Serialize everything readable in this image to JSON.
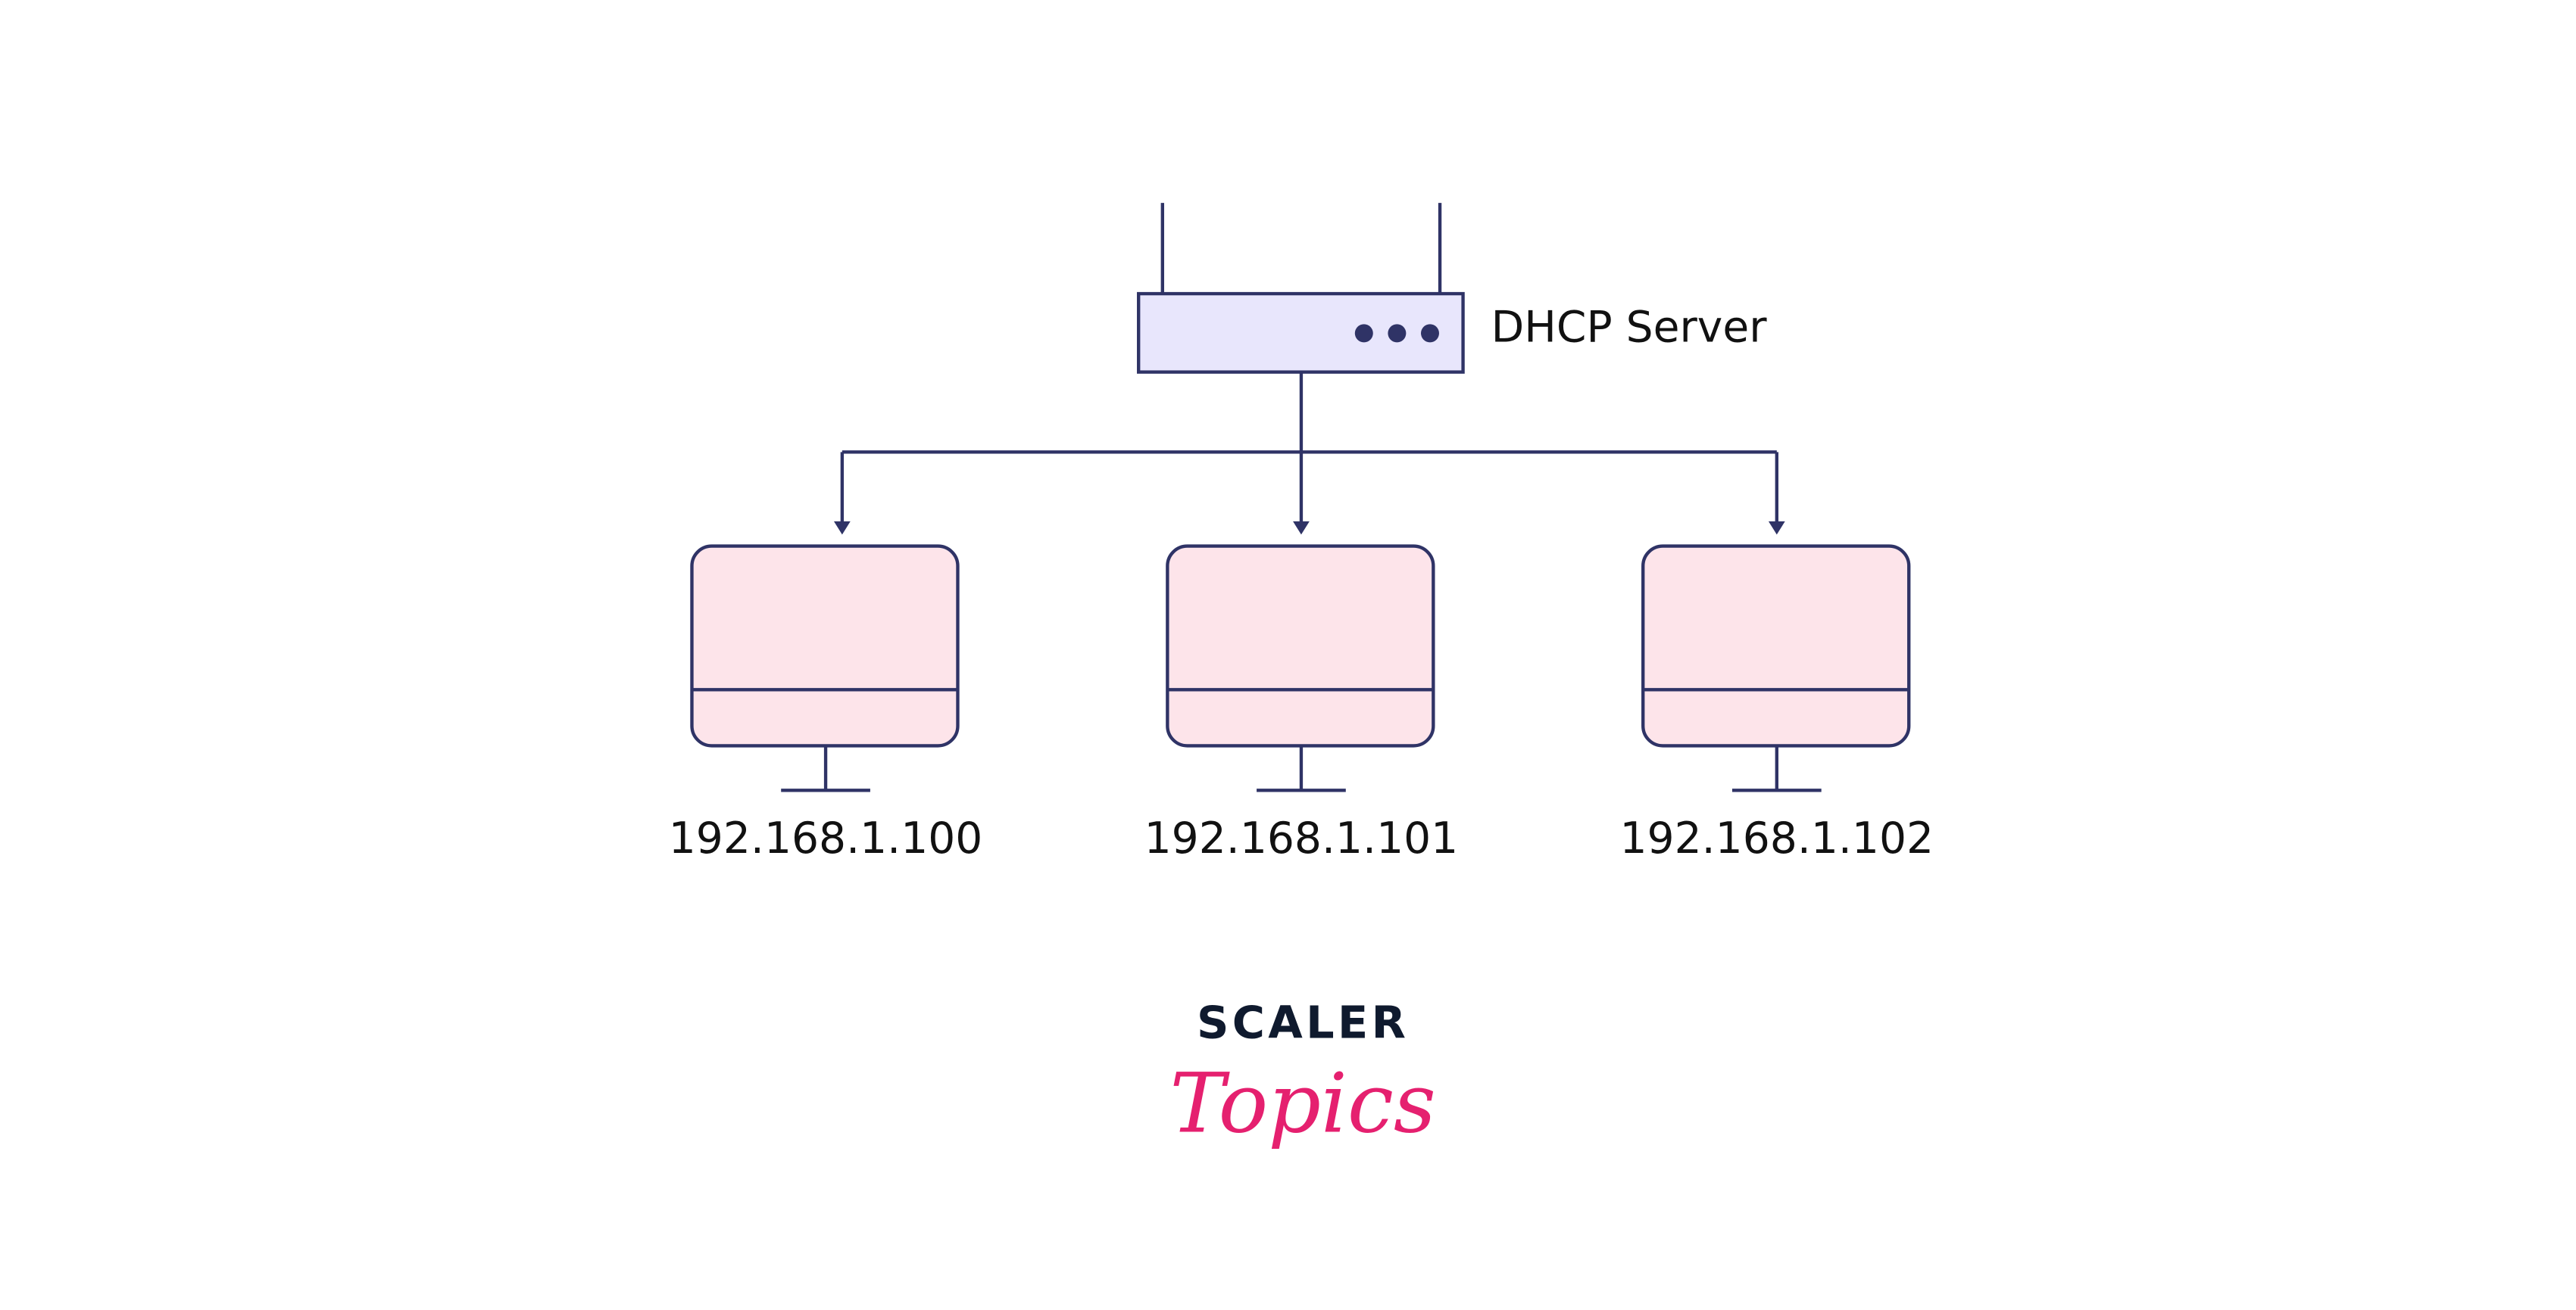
{
  "diagram": {
    "server": {
      "label": "DHCP Server",
      "indicator_dots": 3
    },
    "clients": [
      {
        "label": "192.168.1.100"
      },
      {
        "label": "192.168.1.101"
      },
      {
        "label": "192.168.1.102"
      }
    ],
    "colors": {
      "stroke": "#2f3366",
      "server_fill": "#e8e6fc",
      "client_fill": "#fde4ea",
      "logo_dark": "#0f1a2e",
      "logo_pink": "#e5206f"
    }
  },
  "logo": {
    "top": "SCALER",
    "bottom": "Topics"
  }
}
